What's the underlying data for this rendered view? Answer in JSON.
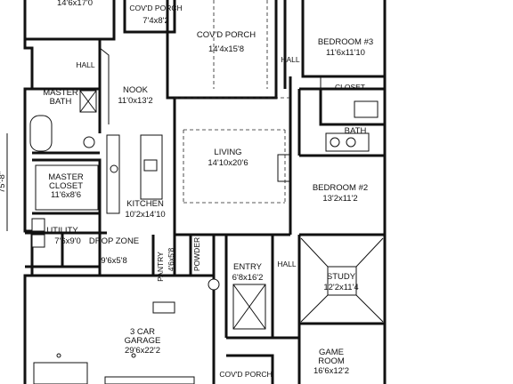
{
  "plan": {
    "overall_dimension": "75'-8\"",
    "rooms": {
      "top_left_partial": {
        "name": "",
        "dims": "14'6x17'0"
      },
      "covd_porch_top": {
        "name": "COV'D PORCH",
        "dims": "7'4x8'2"
      },
      "covd_porch_main": {
        "name": "COV'D PORCH",
        "dims": "14'4x15'8"
      },
      "bedroom3": {
        "name": "BEDROOM #3",
        "dims": "11'6x11'10"
      },
      "hall_left": {
        "name": "HALL"
      },
      "hall_right": {
        "name": "HALL"
      },
      "hall_entry": {
        "name": "HALL"
      },
      "closet": {
        "name": "CLOSET"
      },
      "master_bath": {
        "name": "MASTER BATH"
      },
      "nook": {
        "name": "NOOK",
        "dims": "11'0x13'2"
      },
      "bath": {
        "name": "BATH"
      },
      "living": {
        "name": "LIVING",
        "dims": "14'10x20'6"
      },
      "master_closet": {
        "name": "MASTER CLOSET",
        "dims": "11'6x8'6"
      },
      "bedroom2": {
        "name": "BEDROOM #2",
        "dims": "13'2x11'2"
      },
      "kitchen": {
        "name": "KITCHEN",
        "dims": "10'2x14'10"
      },
      "utility": {
        "name": "UTILITY",
        "dims": "7'6x9'0"
      },
      "drop_zone": {
        "name": "DROP ZONE",
        "dims": "9'6x5'8"
      },
      "pantry": {
        "name": "PANTRY",
        "dims": "4'6x5'8"
      },
      "powder": {
        "name": "POWDER"
      },
      "entry": {
        "name": "ENTRY",
        "dims": "6'8x16'2"
      },
      "study": {
        "name": "STUDY",
        "dims": "12'2x11'4"
      },
      "garage": {
        "name": "3 CAR GARAGE",
        "dims": "29'6x22'2"
      },
      "game_room": {
        "name": "GAME ROOM",
        "dims": "16'6x12'2"
      },
      "covd_porch_bottom": {
        "name": "COV'D PORCH"
      }
    },
    "colors": {
      "line": "#111111",
      "background": "#ffffff"
    }
  }
}
